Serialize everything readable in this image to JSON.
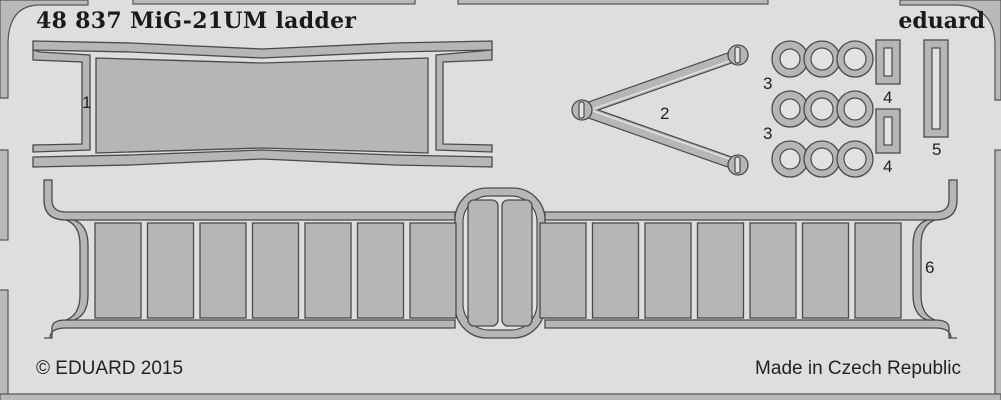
{
  "sheet": {
    "title": "48 837  MiG-21UM ladder",
    "brand": "eduard",
    "copyright": "© EDUARD 2015",
    "origin": "Made in Czech Republic"
  },
  "part_numbers": [
    "1",
    "2",
    "3",
    "3",
    "4",
    "4",
    "5",
    "6"
  ],
  "colors": {
    "background": "#dedede",
    "part_fill": "#b6b6b6",
    "outline": "#4a4a4a"
  }
}
